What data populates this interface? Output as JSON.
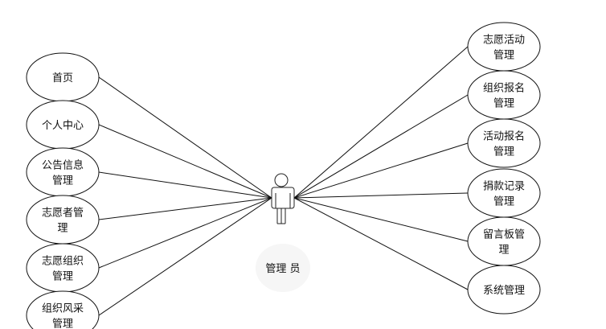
{
  "actor": {
    "label": "管理 员"
  },
  "left_use_cases": [
    {
      "lines": [
        "首页"
      ]
    },
    {
      "lines": [
        "个人中心"
      ]
    },
    {
      "lines": [
        "公告信息",
        "管理"
      ]
    },
    {
      "lines": [
        "志愿者管",
        "理"
      ]
    },
    {
      "lines": [
        "志愿组织",
        "管理"
      ]
    },
    {
      "lines": [
        "组织风采",
        "管理"
      ]
    }
  ],
  "right_use_cases": [
    {
      "lines": [
        "志愿活动",
        "管理"
      ]
    },
    {
      "lines": [
        "组织报名",
        "管理"
      ]
    },
    {
      "lines": [
        "活动报名",
        "管理"
      ]
    },
    {
      "lines": [
        "捐款记录",
        "管理"
      ]
    },
    {
      "lines": [
        "留言板管",
        "理"
      ]
    },
    {
      "lines": [
        "系统管理"
      ]
    }
  ]
}
